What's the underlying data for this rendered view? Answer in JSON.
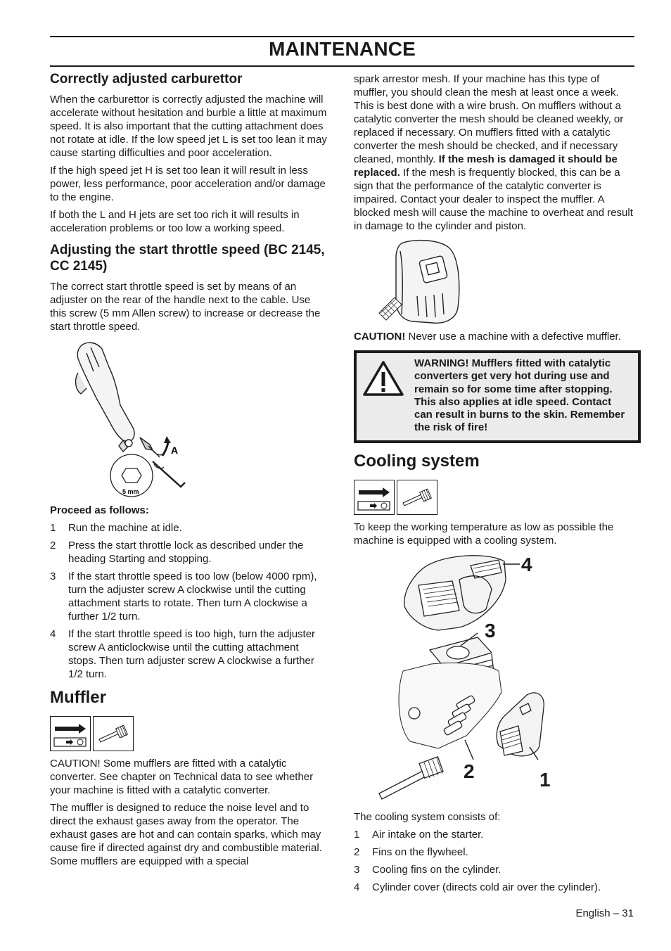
{
  "header": {
    "title": "MAINTENANCE"
  },
  "left": {
    "carb": {
      "heading": "Correctly adjusted carburettor",
      "p1": "When the carburettor is correctly adjusted the machine will accelerate without hesitation and burble a little at maximum speed. It is also important that the cutting attachment does not rotate at idle. If the low speed jet L is set too lean it may cause starting difficulties and poor acceleration.",
      "p2": "If the high speed jet H is set too lean it will result in less power, less performance, poor acceleration and/or damage to the engine.",
      "p3": "If both the L and H jets are set too rich it will results in acceleration problems or too low a working speed."
    },
    "throttle": {
      "heading": "Adjusting the start throttle speed (BC 2145, CC 2145)",
      "p1": "The correct start throttle speed is set by means of an adjuster on the rear of the handle next to the cable. Use this screw (5 mm Allen screw) to increase or decrease the start throttle speed.",
      "fig_label_a": "A",
      "fig_label_5mm": "5 mm",
      "proceed": "Proceed as follows:",
      "steps": [
        {
          "n": "1",
          "text": "Run the machine at idle."
        },
        {
          "n": "2",
          "text": "Press the start throttle lock as described under the heading Starting and stopping."
        },
        {
          "n": "3",
          "text": "If the start throttle speed is too low (below 4000 rpm), turn the adjuster screw A clockwise until the cutting attachment starts to rotate. Then turn A clockwise a further 1/2 turn."
        },
        {
          "n": "4",
          "text": "If the start throttle speed is too high, turn the adjuster screw A anticlockwise until the cutting attachment stops. Then turn adjuster screw A clockwise a further 1/2 turn."
        }
      ]
    },
    "muffler": {
      "heading": "Muffler",
      "p1": "CAUTION! Some mufflers are fitted with a catalytic converter. See chapter on Technical data to see whether your machine is fitted with a catalytic converter.",
      "p2": "The muffler is designed to reduce the noise level and to direct the exhaust gases away from the operator. The exhaust gases are hot and can contain sparks, which may cause fire if directed against dry and combustible material. Some mufflers are equipped with a special"
    }
  },
  "right": {
    "muffler_cont": {
      "p1_a": "spark arrestor mesh. If your machine has this type of muffler, you should clean the mesh at least once a week. This is best done with a wire brush. On mufflers without a catalytic converter the mesh should be cleaned weekly, or replaced if necessary. On mufflers fitted with a catalytic converter the mesh should be checked, and if necessary cleaned, monthly. ",
      "p1_b": "If the mesh is damaged it should be replaced.",
      "p1_c": " If the mesh is frequently blocked, this can be a sign that the performance of the catalytic converter is impaired. Contact your dealer to inspect the muffler. A blocked mesh will cause the machine to overheat and result in damage to the cylinder and piston.",
      "caution_label": "CAUTION!",
      "caution_text": " Never use a machine with a defective muffler."
    },
    "warning": "WARNING! Mufflers fitted with catalytic converters get very hot during use and remain so for some time after stopping. This also applies at idle speed. Contact can result in burns to the skin. Remember the risk of fire!",
    "cooling": {
      "heading": "Cooling system",
      "p1": "To keep the working temperature as low as possible the machine is equipped with a cooling system.",
      "callouts": [
        "1",
        "2",
        "3",
        "4"
      ],
      "consists": "The cooling system consists of:",
      "items": [
        {
          "n": "1",
          "text": "Air intake on the starter."
        },
        {
          "n": "2",
          "text": "Fins on the flywheel."
        },
        {
          "n": "3",
          "text": "Cooling fins on the cylinder."
        },
        {
          "n": "4",
          "text": "Cylinder cover (directs cold air over the cylinder)."
        }
      ]
    }
  },
  "footer": {
    "page": "English – 31"
  }
}
